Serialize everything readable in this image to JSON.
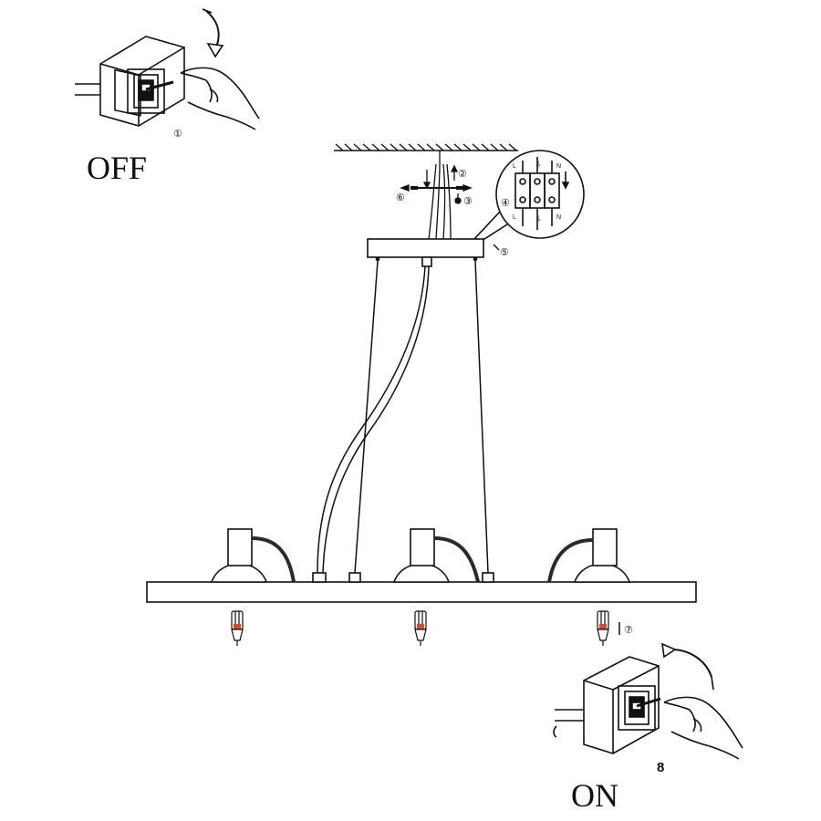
{
  "labels": {
    "off": "OFF",
    "on": "ON",
    "step_1": "①",
    "step_2": "②",
    "step_3": "③",
    "step_4": "④",
    "step_5": "⑤",
    "step_6": "⑥",
    "step_7": "⑦",
    "step_8": "8"
  },
  "terminal_block": {
    "top_letters": [
      "L",
      "⏚",
      "N"
    ],
    "bottom_letters": [
      "L",
      "⏚",
      "N"
    ]
  },
  "colors": {
    "line": "#111111",
    "cable": "#2a2a2a",
    "bulb_accent": "#d84a2a"
  }
}
